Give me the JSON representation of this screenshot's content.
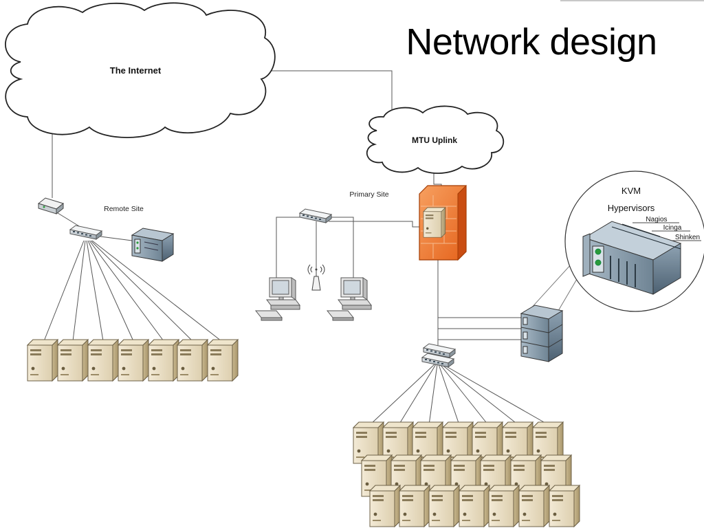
{
  "slide": {
    "title": "Network design"
  },
  "diagram": {
    "clouds": {
      "internet": "The Internet",
      "uplink": "MTU Uplink"
    },
    "sites": {
      "remote": "Remote Site",
      "primary": "Primary Site"
    },
    "callout": {
      "line1": "KVM",
      "line2": "Hypervisors",
      "vms": [
        "Nagios",
        "Icinga",
        "Shinken"
      ]
    }
  }
}
